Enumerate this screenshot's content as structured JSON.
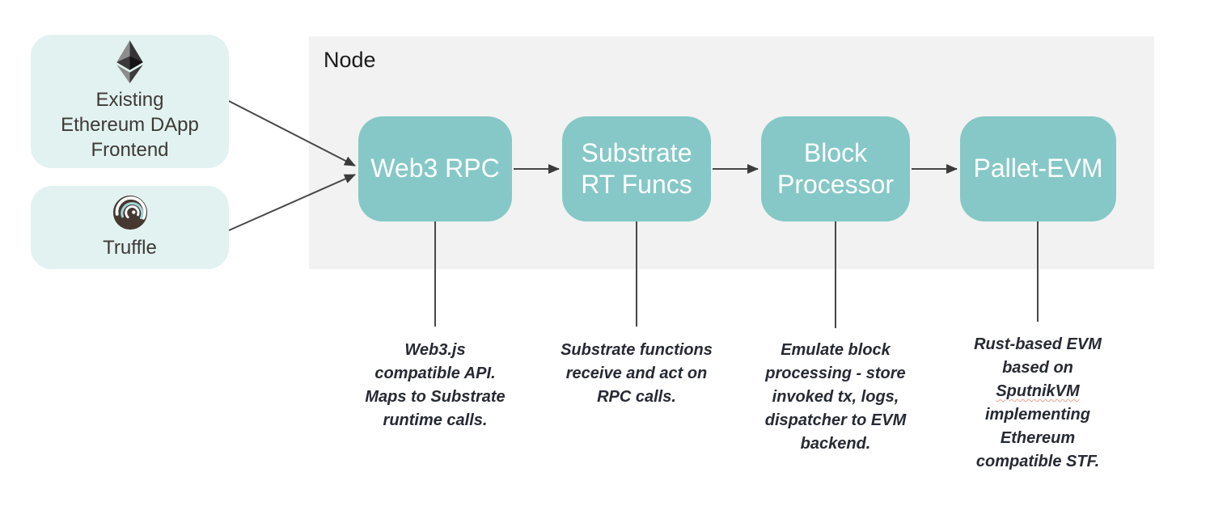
{
  "diagram": {
    "panel_title": "Node",
    "sources": [
      {
        "label": "Existing\nEthereum DApp\nFrontend",
        "icon": "ethereum-icon"
      },
      {
        "label": "Truffle",
        "icon": "truffle-icon"
      }
    ],
    "nodes": [
      {
        "label": "Web3 RPC",
        "note": "Web3.js\ncompatible API.\nMaps to Substrate\nruntime calls."
      },
      {
        "label": "Substrate\nRT Funcs",
        "note": "Substrate functions\nreceive and act on\nRPC calls."
      },
      {
        "label": "Block\nProcessor",
        "note": "Emulate block\nprocessing - store\ninvoked tx, logs,\ndispatcher to EVM\nbackend."
      },
      {
        "label": "Pallet-EVM",
        "note_pre": "Rust-based EVM\nbased on\n",
        "note_spellchecked_word": "SputnikVM",
        "note_post": "\nimplementing\nEthereum\ncompatible STF."
      }
    ],
    "colors": {
      "node_fill": "#85C8C7",
      "source_fill": "#E1F2F1",
      "panel_fill": "#F2F2F2",
      "connector": "#454545",
      "node_text": "#FFFFFF",
      "source_text": "#3E3935",
      "note_text": "#262A33",
      "spellcheck_underline": "#EBA18E"
    }
  }
}
